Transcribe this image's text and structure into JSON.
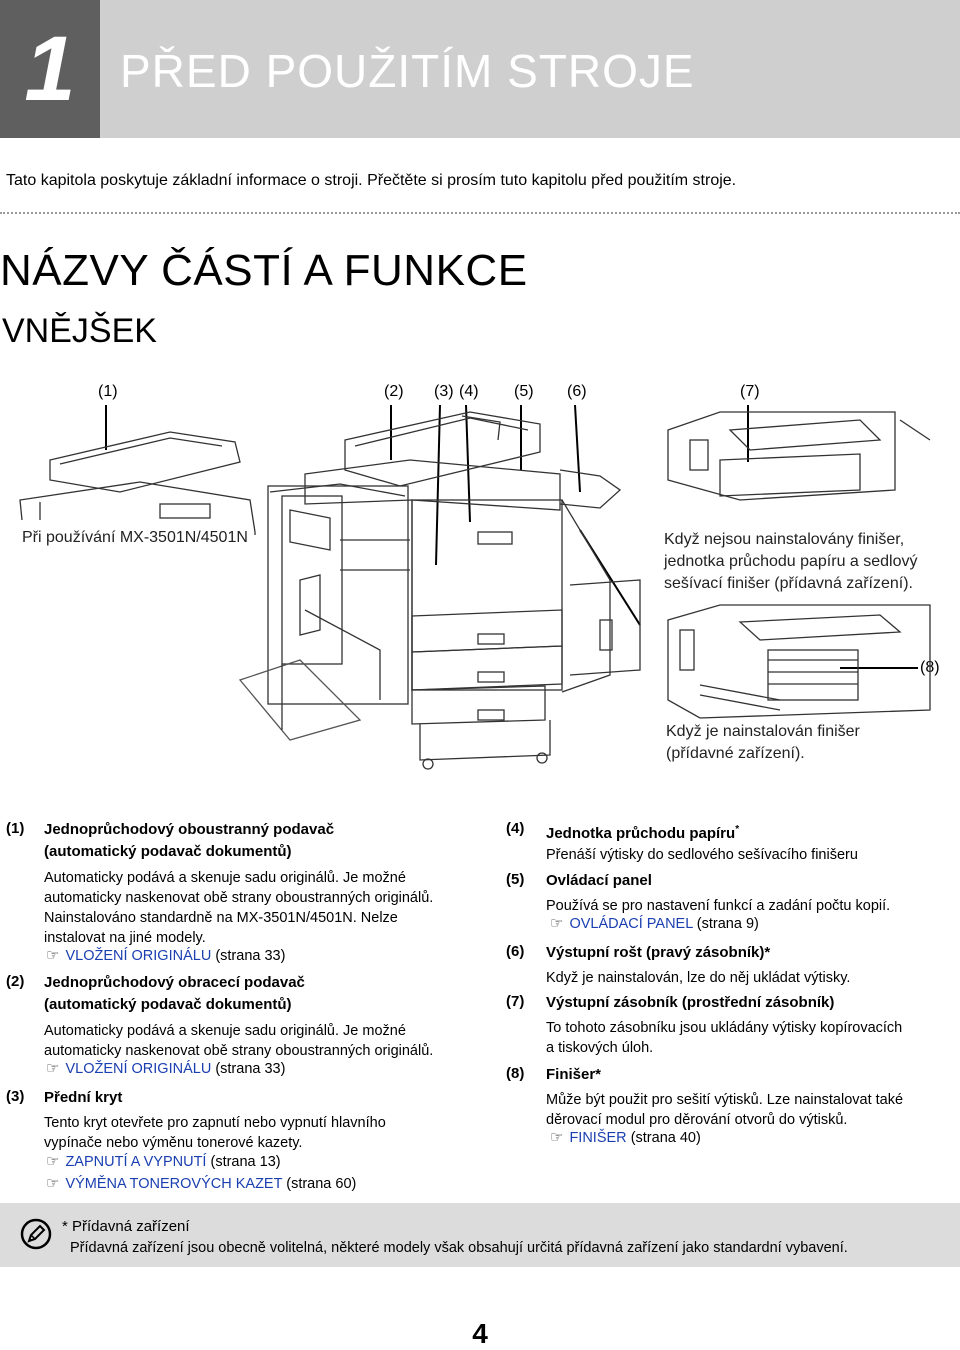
{
  "chapter": {
    "number": "1",
    "title": "PŘED POUŽITÍM STROJE"
  },
  "intro": "Tato kapitola poskytuje základní informace o stroji. Přečtěte si prosím tuto kapitolu před použitím stroje.",
  "section_title": "NÁZVY ČÁSTÍ A FUNKCE",
  "subsection_title": "VNĚJŠEK",
  "callouts": [
    "(1)",
    "(2)",
    "(3)",
    "(4)",
    "(5)",
    "(6)",
    "(7)",
    "(8)"
  ],
  "captions": {
    "left": "Při používání MX-3501N/4501N",
    "right_top_1": "Když nejsou nainstalovány finišer,",
    "right_top_2": "jednotka průchodu papíru a sedlový",
    "right_top_3": "sešívací finišer (přídavná zařízení).",
    "right_bottom_1": "Když je nainstalován finišer",
    "right_bottom_2": "(přídavné zařízení)."
  },
  "left_items": [
    {
      "num": "(1)",
      "head1": "Jednoprůchodový oboustranný podavač",
      "head2": "(automatický podavač dokumentů)",
      "desc": [
        "Automaticky podává a skenuje sadu originálů. Je možné",
        "automaticky naskenovat obě strany oboustranných originálů.",
        "Nainstalováno standardně na MX-3501N/4501N. Nelze",
        "instalovat na jiné modely."
      ],
      "ref_link": "VLOŽENÍ ORIGINÁLU",
      "ref_page": "(strana 33)"
    },
    {
      "num": "(2)",
      "head1": "Jednoprůchodový obracecí podavač",
      "head2": "(automatický podavač dokumentů)",
      "desc": [
        "Automaticky podává a skenuje sadu originálů. Je možné",
        "automaticky naskenovat obě strany oboustranných originálů."
      ],
      "ref_link": "VLOŽENÍ ORIGINÁLU",
      "ref_page": "(strana 33)"
    },
    {
      "num": "(3)",
      "head1": "Přední kryt",
      "desc": [
        "Tento kryt otevřete pro zapnutí nebo vypnutí hlavního",
        "vypínače nebo výměnu tonerové kazety."
      ],
      "ref_link": "ZAPNUTÍ A VYPNUTÍ",
      "ref_page": "(strana 13)",
      "ref2_link": "VÝMĚNA TONEROVÝCH KAZET",
      "ref2_page": "(strana 60)"
    }
  ],
  "right_items": [
    {
      "num": "(4)",
      "head": "Jednotka průchodu papíru",
      "sup": "*",
      "desc": [
        "Přenáší výtisky do sedlového sešívacího finišeru"
      ]
    },
    {
      "num": "(5)",
      "head": "Ovládací panel",
      "desc": [
        "Používá se pro nastavení funkcí a zadání počtu kopií."
      ],
      "ref_link": "OVLÁDACÍ PANEL",
      "ref_page": "(strana 9)"
    },
    {
      "num": "(6)",
      "head": "Výstupní rošt (pravý zásobník)*",
      "desc": [
        "Když je nainstalován, lze do něj ukládat výtisky."
      ]
    },
    {
      "num": "(7)",
      "head": "Výstupní zásobník (prostřední zásobník)",
      "desc": [
        "To tohoto zásobníku jsou ukládány výtisky kopírovacích",
        "a tiskových úloh."
      ]
    },
    {
      "num": "(8)",
      "head": "Finišer*",
      "desc": [
        "Může být použit pro sešití výtisků. Lze nainstalovat také",
        "děrovací modul pro děrování otvorů do výtisků."
      ],
      "ref_link": "FINIŠER",
      "ref_page": "(strana 40)"
    }
  ],
  "ref_symbol": "☞",
  "note": {
    "title": "* Přídavná zařízení",
    "text": "Přídavná zařízení jsou obecně volitelná, některé modely však obsahují určitá přídavná zařízení jako standardní vybavení."
  },
  "page_number": "4"
}
